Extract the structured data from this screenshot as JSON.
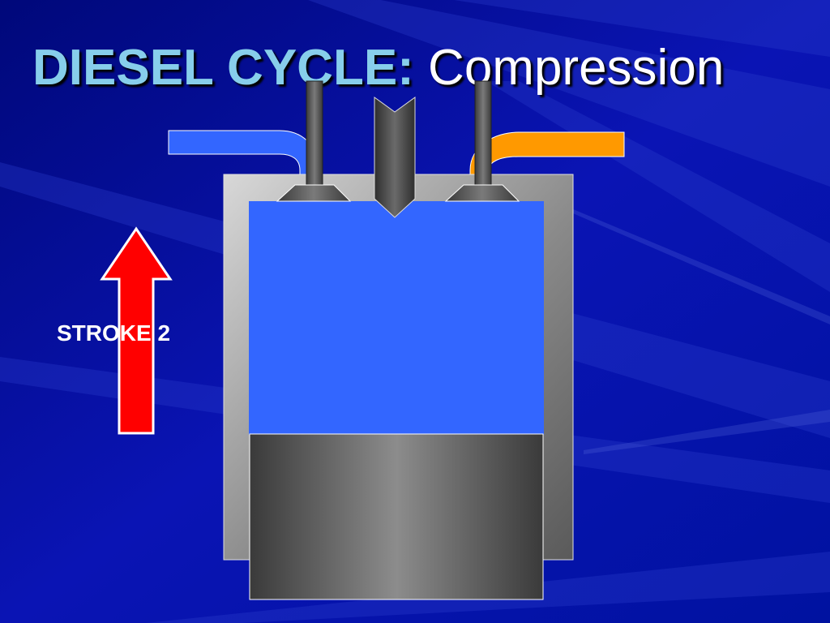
{
  "title": {
    "main": "DIESEL CYCLE:",
    "sub": "Compression"
  },
  "stroke_label": "STROKE 2",
  "colors": {
    "background": "#000c8c",
    "title_main": "#87ceeb",
    "title_sub": "#ffffff",
    "intake_air": "#3366ff",
    "exhaust": "#ff9900",
    "arrow": "#ff0000",
    "cylinder_gray": "#9a9a9a",
    "piston_gray": "#6e6e6e"
  },
  "arrow_direction": "up"
}
